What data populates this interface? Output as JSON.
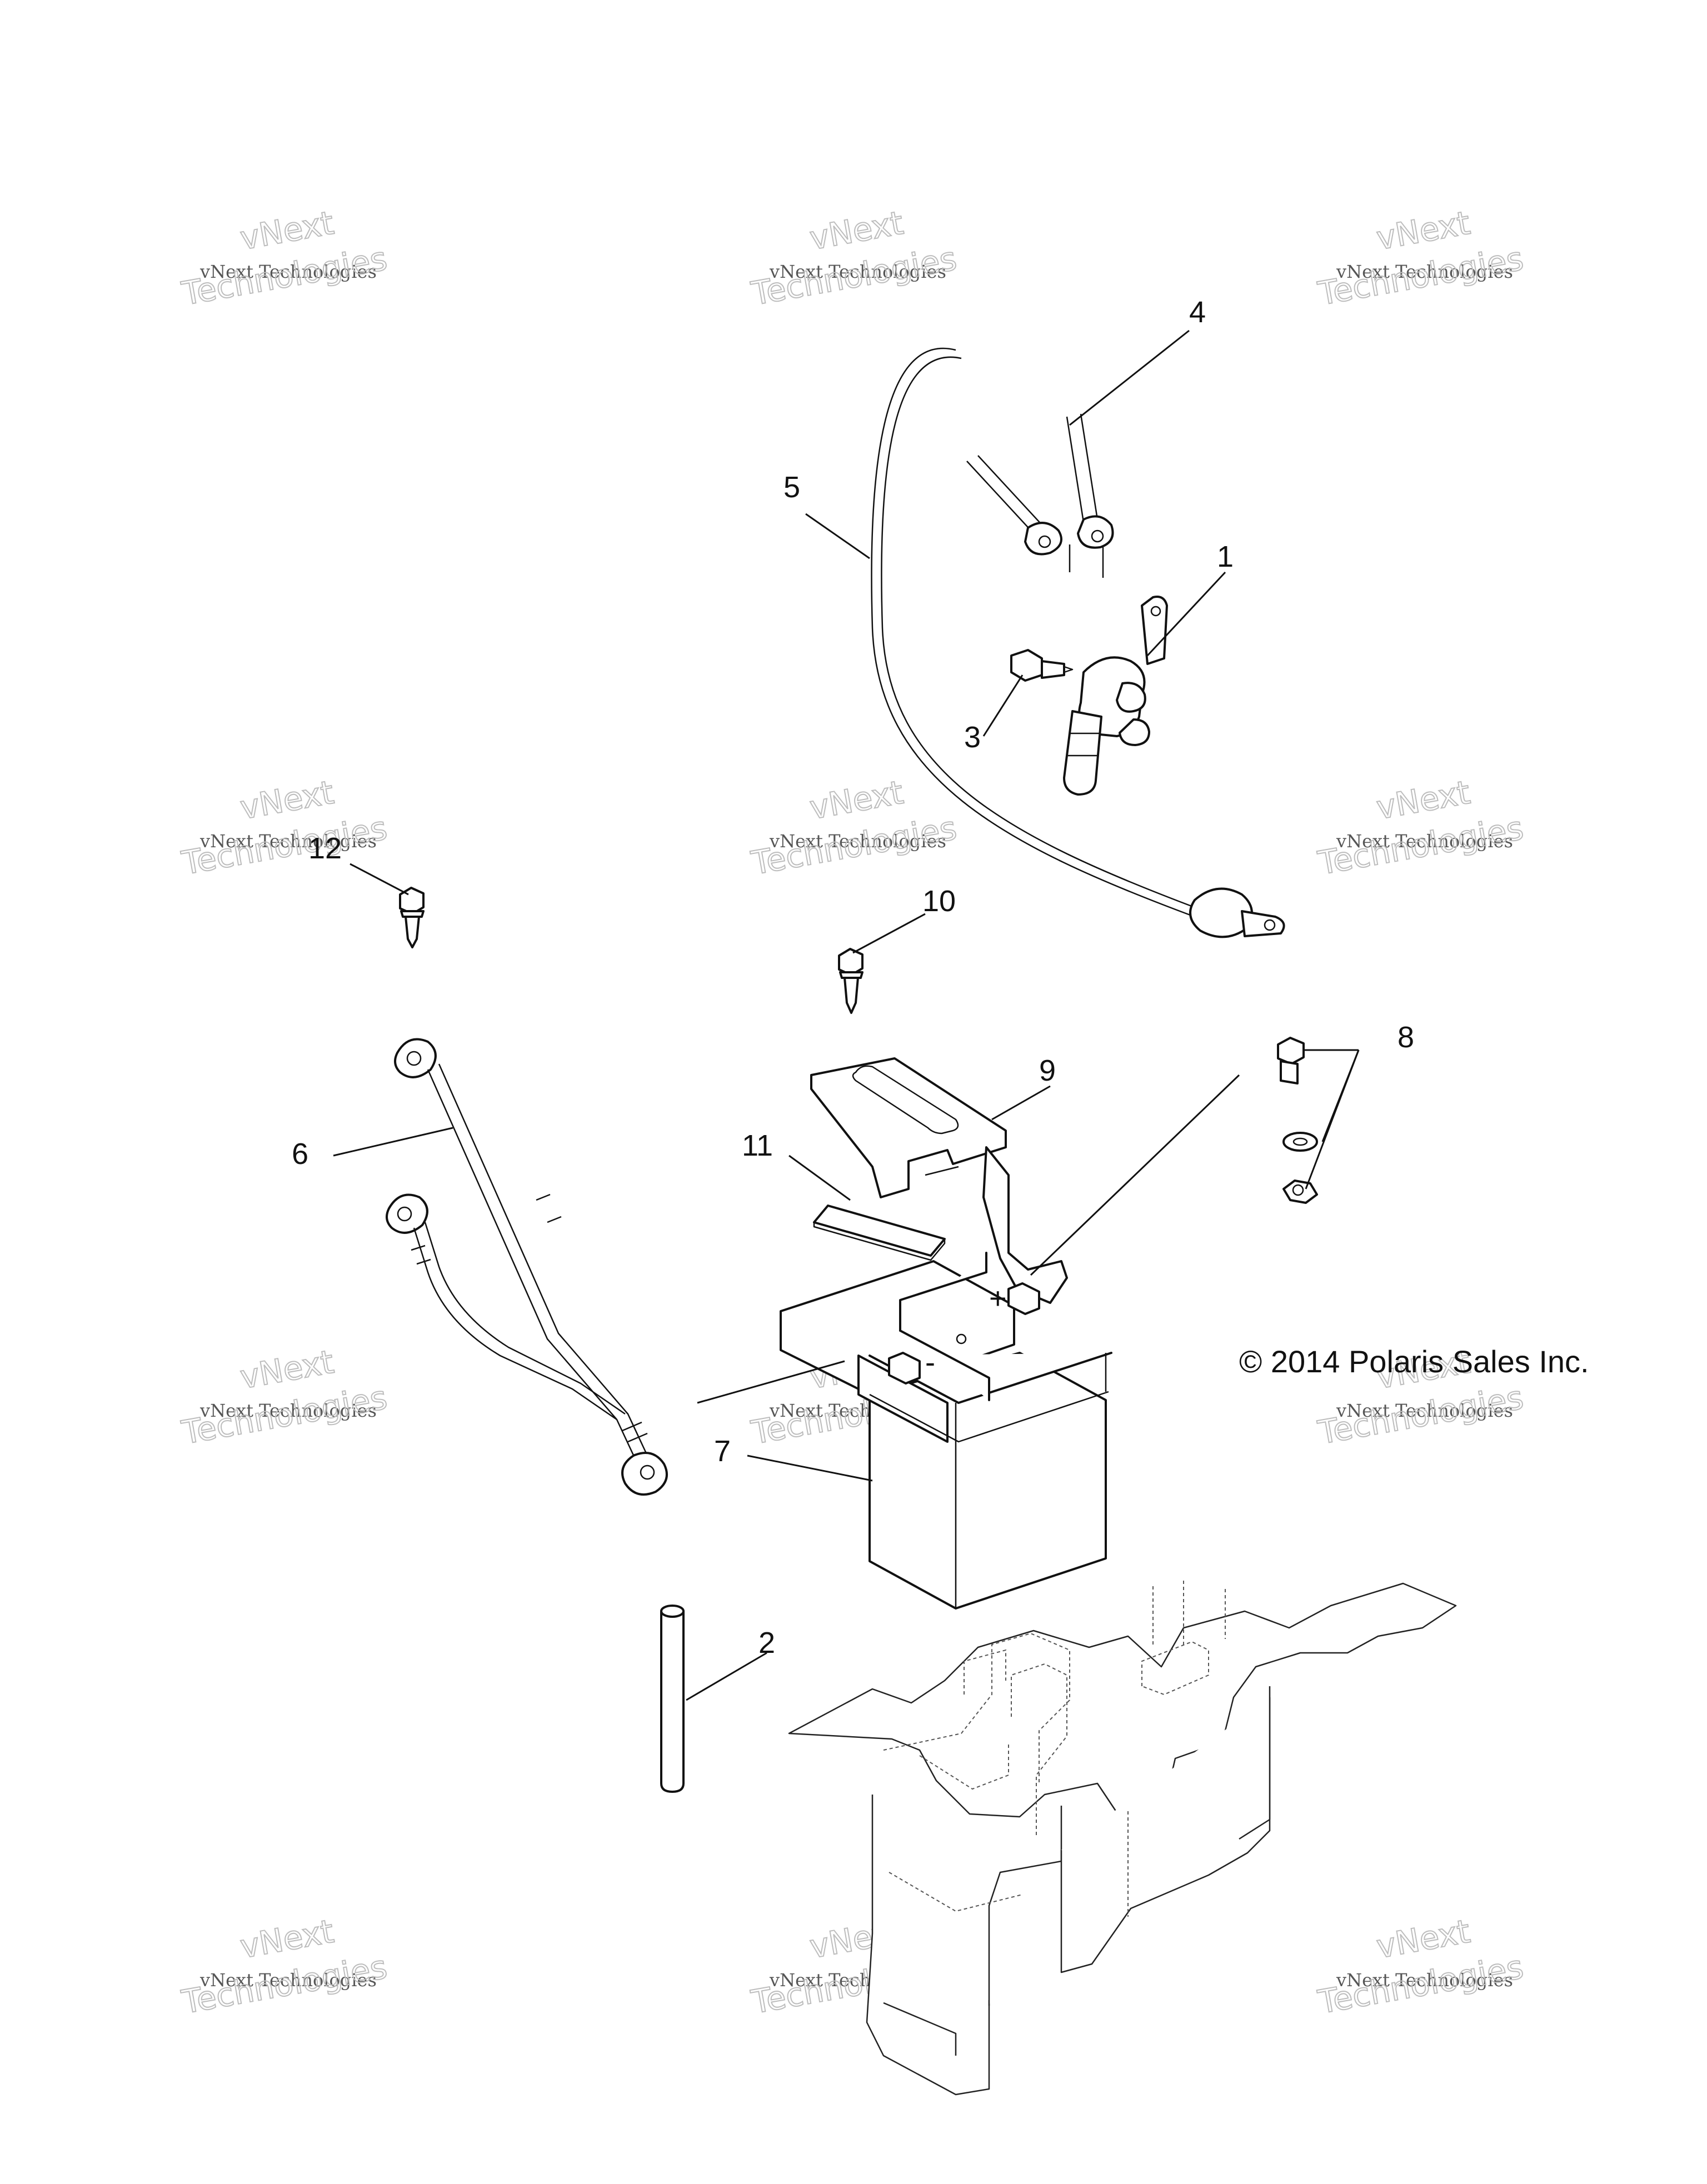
{
  "copyright": "© 2014 Polaris Sales Inc.",
  "watermark": {
    "line1": "vNext",
    "line2": "vNext Technologies",
    "line3": "Technologies"
  },
  "callouts": {
    "c1": "1",
    "c2": "2",
    "c3": "3",
    "c4": "4",
    "c5": "5",
    "c6": "6",
    "c7": "7",
    "c8": "8",
    "c9": "9",
    "c10": "10",
    "c11": "11",
    "c12": "12"
  },
  "battery_marks": {
    "plus": "+",
    "minus": "-"
  }
}
